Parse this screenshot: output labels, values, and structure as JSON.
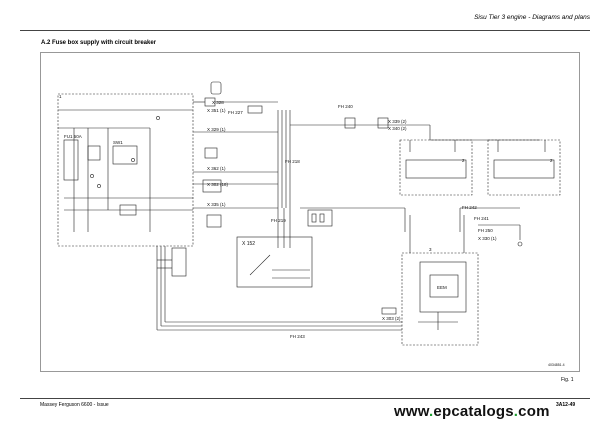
{
  "header": {
    "title": "Sisu Tier 3 engine - Diagrams and plans"
  },
  "section": {
    "title": "A.2  Fuse box supply with circuit breaker"
  },
  "figure": {
    "label": "Fig. 1",
    "drawing_number": "4034851.4"
  },
  "footer": {
    "left": "Massey Ferguson 6600 - Issue",
    "right": "3A12-49"
  },
  "watermark": {
    "prefix": "www",
    "name": "epcatalogs",
    "suffix": "com"
  },
  "diagram_labels": {
    "callout_1": "1",
    "callout_2a": "2",
    "callout_2b": "2",
    "callout_3": "3",
    "harness_fh227": "FH 227",
    "harness_fh240": "FH 240",
    "harness_fh218": "FH 218",
    "harness_fh219": "FH 219",
    "harness_fh243": "FH 243",
    "harness_fh242": "FH 242",
    "harness_fh241": "FH 241",
    "harness_fh250": "FH 250",
    "conn_x152": "X 152",
    "conn_x328": "X 328",
    "conn_x330": "X 330 (1)",
    "conn_x329": "X 329 (1)",
    "conn_x339": "X 339 (2)",
    "conn_x340": "X 340 (2)",
    "conn_x351": "X 351 (1)",
    "conn_x362": "X 362 (1)",
    "conn_x302": "X 302 (18)",
    "conn_x335": "X 335 (1)",
    "conn_x303": "X 303 (2)",
    "ecu_label": "EEM",
    "fuse_label": "FU1  50A",
    "switch_label": "SW1"
  }
}
